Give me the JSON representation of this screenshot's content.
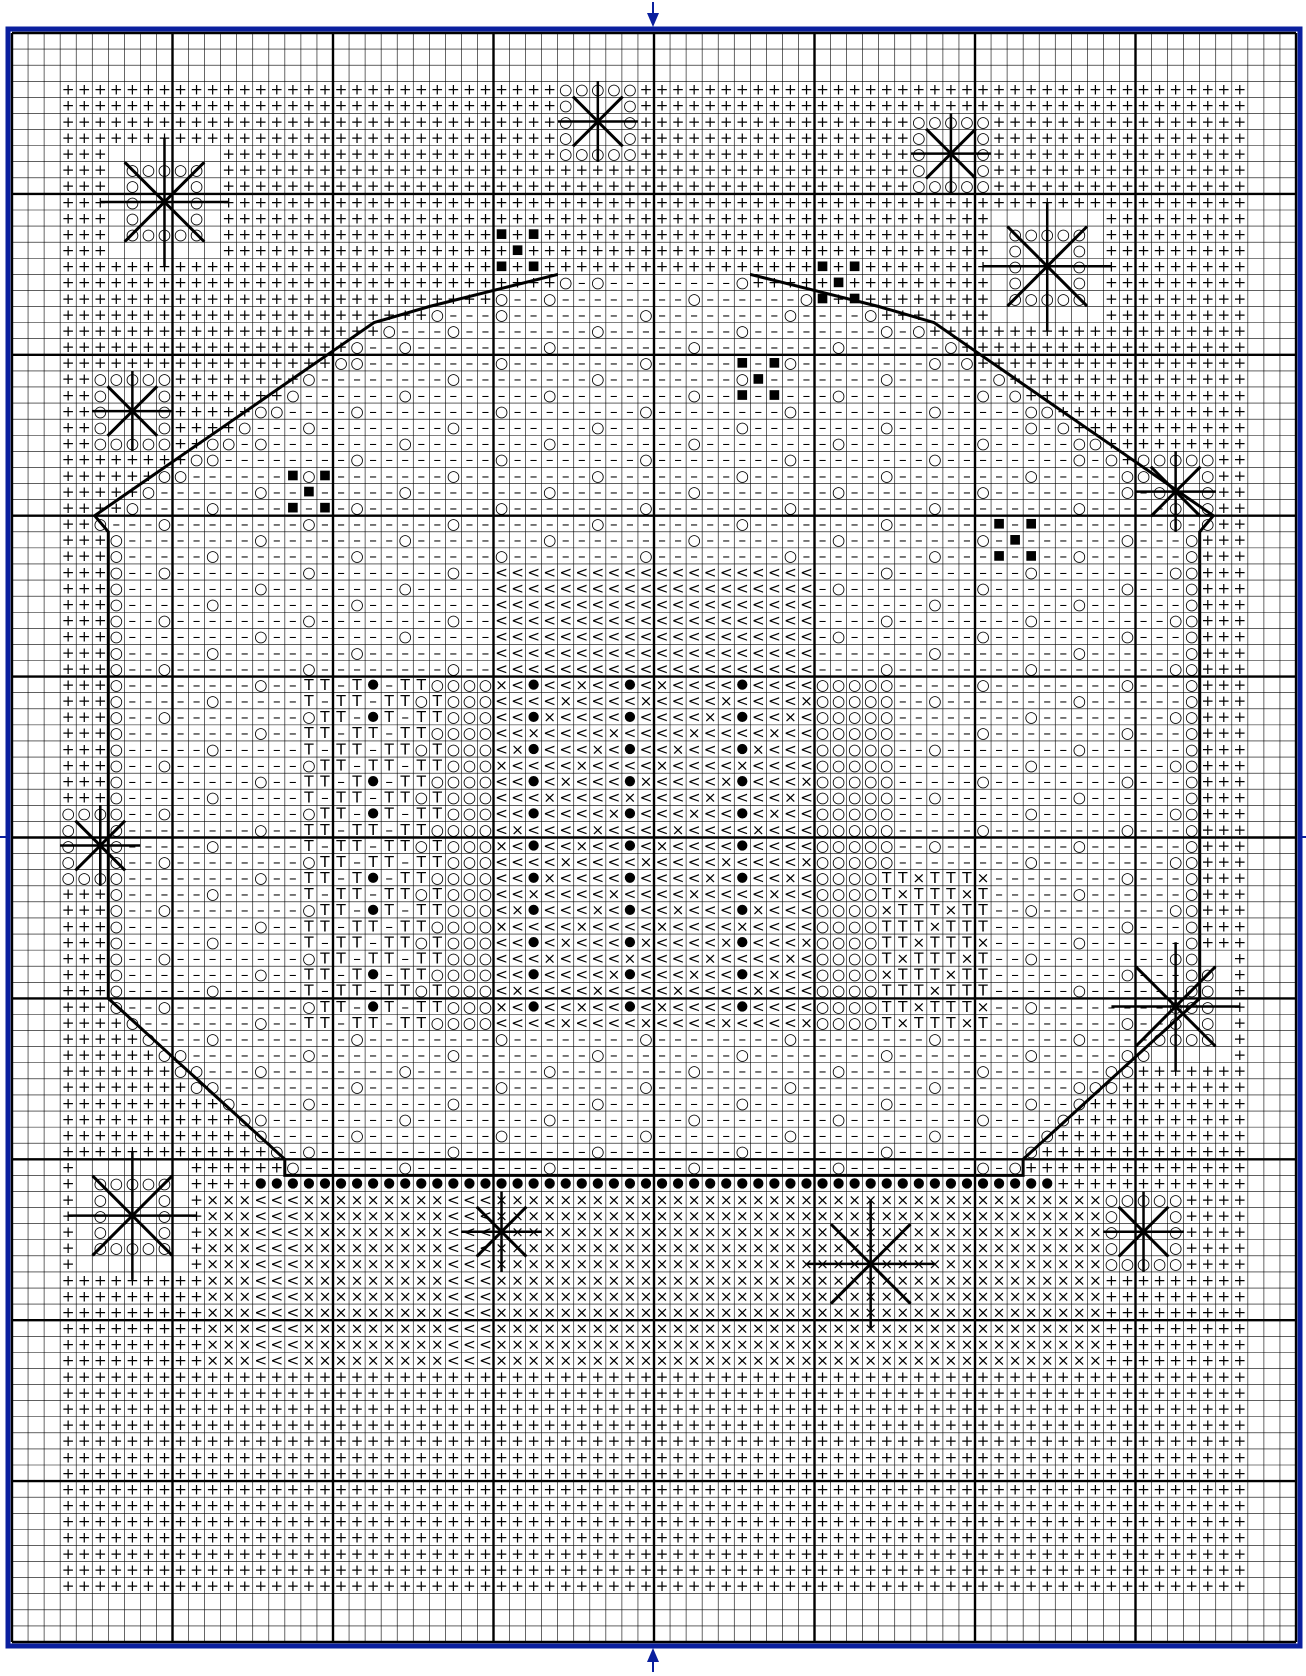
{
  "pattern": {
    "grid": {
      "cols": 80,
      "rows": 100,
      "major_every": 10
    },
    "colors": {
      "frame": "#0a1f9e",
      "grid_line": "#000000",
      "symbol": "#000000",
      "background": "#ffffff"
    },
    "symbol_legend": {
      "+": "background-field",
      "o": "light-fill",
      "-": "dash-fill",
      "<": "angle-fill",
      "x": "cross-fill",
      "T": "tee-fill",
      "dot": "filled-dot",
      "sq": "filled-square"
    },
    "center_markers": [
      "center-arrow-top",
      "center-arrow-bottom",
      "center-tick-left",
      "center-tick-right"
    ],
    "stars": [
      {
        "cell": [
          9,
          10
        ],
        "size": "large"
      },
      {
        "cell": [
          36,
          5
        ],
        "size": "small"
      },
      {
        "cell": [
          58,
          7
        ],
        "size": "small"
      },
      {
        "cell": [
          64,
          14
        ],
        "size": "large"
      },
      {
        "cell": [
          7,
          23
        ],
        "size": "small"
      },
      {
        "cell": [
          72,
          28
        ],
        "size": "small"
      },
      {
        "cell": [
          5,
          50
        ],
        "size": "small"
      },
      {
        "cell": [
          72,
          60
        ],
        "size": "large"
      },
      {
        "cell": [
          7,
          73
        ],
        "size": "large"
      },
      {
        "cell": [
          30,
          74
        ],
        "size": "small"
      },
      {
        "cell": [
          53,
          76
        ],
        "size": "large"
      },
      {
        "cell": [
          70,
          74
        ],
        "size": "small"
      }
    ],
    "squares": [
      {
        "cell": [
          30,
          12
        ]
      },
      {
        "cell": [
          31,
          13
        ]
      },
      {
        "cell": [
          32,
          12
        ]
      },
      {
        "cell": [
          30,
          14
        ]
      },
      {
        "cell": [
          32,
          14
        ]
      },
      {
        "cell": [
          50,
          14
        ]
      },
      {
        "cell": [
          51,
          15
        ]
      },
      {
        "cell": [
          52,
          14
        ]
      },
      {
        "cell": [
          50,
          16
        ]
      },
      {
        "cell": [
          52,
          16
        ]
      },
      {
        "cell": [
          45,
          20
        ]
      },
      {
        "cell": [
          46,
          21
        ]
      },
      {
        "cell": [
          47,
          20
        ]
      },
      {
        "cell": [
          45,
          22
        ]
      },
      {
        "cell": [
          47,
          22
        ]
      },
      {
        "cell": [
          17,
          27
        ]
      },
      {
        "cell": [
          18,
          28
        ]
      },
      {
        "cell": [
          19,
          27
        ]
      },
      {
        "cell": [
          17,
          29
        ]
      },
      {
        "cell": [
          19,
          29
        ]
      },
      {
        "cell": [
          61,
          30
        ]
      },
      {
        "cell": [
          62,
          31
        ]
      },
      {
        "cell": [
          63,
          30
        ]
      },
      {
        "cell": [
          61,
          32
        ]
      },
      {
        "cell": [
          63,
          32
        ]
      }
    ]
  }
}
